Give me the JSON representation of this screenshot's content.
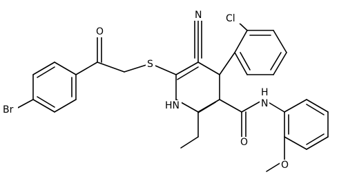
{
  "labels": {
    "bromine": "Br",
    "ketone_oxygen": "O",
    "sulfur": "S",
    "nitrile_nitrogen": "N",
    "chlorine": "Cl",
    "ring_nh": "HN",
    "amide_nh": "H",
    "amide_n": "N",
    "amide_oxygen": "O",
    "methoxy_oxygen": "O"
  }
}
